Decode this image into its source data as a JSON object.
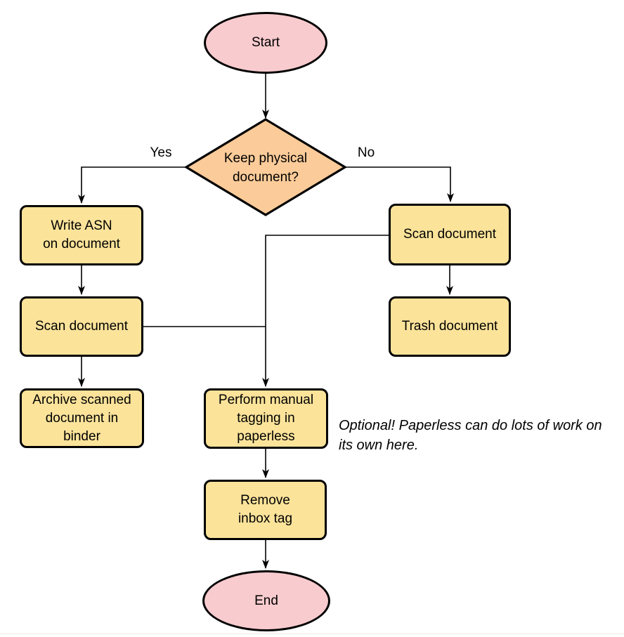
{
  "diagram": {
    "type": "flowchart",
    "nodes": {
      "start": {
        "label": "Start",
        "shape": "terminator",
        "fill": "#f8cbce"
      },
      "decision": {
        "label": "Keep physical\ndocument?",
        "shape": "decision",
        "fill": "#fbcb99"
      },
      "write_asn": {
        "label": "Write ASN\non document",
        "shape": "process",
        "fill": "#fbe39a"
      },
      "scan_left": {
        "label": "Scan document",
        "shape": "process",
        "fill": "#fbe39a"
      },
      "archive": {
        "label": "Archive scanned\ndocument in\nbinder",
        "shape": "process",
        "fill": "#fbe39a"
      },
      "scan_right": {
        "label": "Scan document",
        "shape": "process",
        "fill": "#fbe39a"
      },
      "trash": {
        "label": "Trash document",
        "shape": "process",
        "fill": "#fbe39a"
      },
      "tagging": {
        "label": "Perform manual\ntagging in\npaperless",
        "shape": "process",
        "fill": "#fbe39a"
      },
      "remove_inbox": {
        "label": "Remove\ninbox tag",
        "shape": "process",
        "fill": "#fbe39a"
      },
      "end": {
        "label": "End",
        "shape": "terminator",
        "fill": "#f8cbce"
      }
    },
    "edges": [
      {
        "from": "start",
        "to": "decision"
      },
      {
        "from": "decision",
        "to": "write_asn",
        "label": "Yes"
      },
      {
        "from": "decision",
        "to": "scan_right",
        "label": "No"
      },
      {
        "from": "write_asn",
        "to": "scan_left"
      },
      {
        "from": "scan_left",
        "to": "archive"
      },
      {
        "from": "scan_right",
        "to": "trash"
      },
      {
        "from": "scan_left",
        "to": "tagging"
      },
      {
        "from": "scan_right",
        "to": "tagging"
      },
      {
        "from": "tagging",
        "to": "remove_inbox"
      },
      {
        "from": "remove_inbox",
        "to": "end"
      }
    ],
    "annotation": "Optional! Paperless can do lots of work on\nits own here.",
    "colors": {
      "stroke": "#000000",
      "terminator_fill": "#f8cbce",
      "decision_fill": "#fbcb99",
      "process_fill": "#fbe39a",
      "background": "#ffffff"
    }
  }
}
